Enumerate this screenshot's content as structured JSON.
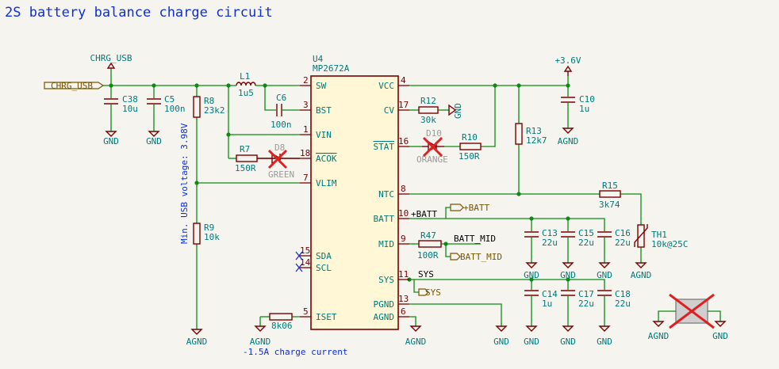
{
  "title": "2S battery balance charge circuit",
  "ic": {
    "ref": "U4",
    "value": "MP2672A",
    "pins": [
      {
        "num": "2",
        "name": "SW"
      },
      {
        "num": "3",
        "name": "BST"
      },
      {
        "num": "1",
        "name": "VIN"
      },
      {
        "num": "18",
        "name": "ACOK"
      },
      {
        "num": "7",
        "name": "VLIM"
      },
      {
        "num": "15",
        "name": "SDA"
      },
      {
        "num": "14",
        "name": "SCL"
      },
      {
        "num": "5",
        "name": "ISET"
      },
      {
        "num": "4",
        "name": "VCC"
      },
      {
        "num": "17",
        "name": "CV"
      },
      {
        "num": "16",
        "name": "STAT"
      },
      {
        "num": "8",
        "name": "NTC"
      },
      {
        "num": "10",
        "name": "BATT"
      },
      {
        "num": "9",
        "name": "MID"
      },
      {
        "num": "11",
        "name": "SYS"
      },
      {
        "num": "13",
        "name": "PGND"
      },
      {
        "num": "6",
        "name": "AGND"
      }
    ]
  },
  "components": {
    "C38": {
      "ref": "C38",
      "value": "10u"
    },
    "C5": {
      "ref": "C5",
      "value": "100n"
    },
    "R8": {
      "ref": "R8",
      "value": "23k2"
    },
    "L1": {
      "ref": "L1",
      "value": "1u5"
    },
    "C6": {
      "ref": "C6",
      "value": "100n"
    },
    "R7": {
      "ref": "R7",
      "value": "150R"
    },
    "D8": {
      "ref": "D8",
      "value": "GREEN"
    },
    "R9": {
      "ref": "R9",
      "value": "10k"
    },
    "R12": {
      "ref": "R12",
      "value": "30k"
    },
    "D10": {
      "ref": "D10",
      "value": "ORANGE"
    },
    "R10": {
      "ref": "R10",
      "value": "150R"
    },
    "R13": {
      "ref": "R13",
      "value": "12k7"
    },
    "C10": {
      "ref": "C10",
      "value": "1u"
    },
    "R15": {
      "ref": "R15",
      "value": "3k74"
    },
    "TH1": {
      "ref": "TH1",
      "value": "10k@25C"
    },
    "C13": {
      "ref": "C13",
      "value": "22u"
    },
    "C15": {
      "ref": "C15",
      "value": "22u"
    },
    "C16": {
      "ref": "C16",
      "value": "22u"
    },
    "R47": {
      "ref": "R47",
      "value": "100R"
    },
    "C14": {
      "ref": "C14",
      "value": "1u"
    },
    "C17": {
      "ref": "C17",
      "value": "22u"
    },
    "C18": {
      "ref": "C18",
      "value": "22u"
    },
    "R_ISET": {
      "ref": "",
      "value": "8k06"
    }
  },
  "power": {
    "chrg_usb": "CHRG_USB",
    "v36": "+3.6V",
    "gnd": "GND",
    "agnd": "AGND"
  },
  "labels": {
    "chrg_usb_port": "CHRG_USB",
    "batt_plus_net": "+BATT",
    "batt_plus_port": "+BATT",
    "batt_mid_net": "BATT_MID",
    "batt_mid_port": "BATT_MID",
    "sys_net": "SYS",
    "sys_port": "SYS"
  },
  "notes": {
    "min_usb": "Min. USB voltage: 3.98V",
    "charge_current": "-1.5A charge current"
  },
  "colors": {
    "wire": "#0e8a14",
    "component": "#7a0000",
    "ic_fill": "#fff7d6",
    "text": "#007a7a",
    "note": "#0d2fd6",
    "dnp_cross": "#e02020",
    "background": "#f5f4ef"
  }
}
